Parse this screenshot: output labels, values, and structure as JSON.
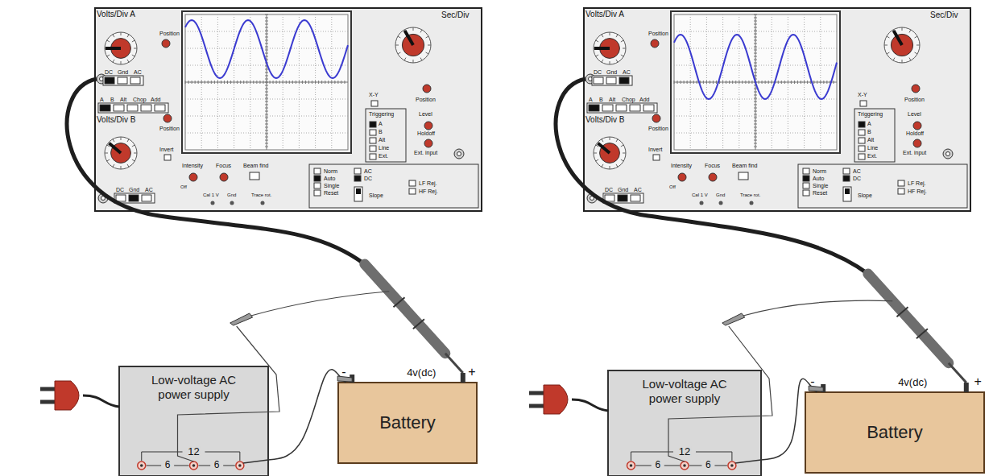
{
  "diagram": {
    "nodes": [
      {
        "text": [
          "Low-voltage AC power supply"
        ]
      },
      {
        "text": [
          "Battery"
        ]
      },
      {
        "text": [
          "Low-voltage AC power supply"
        ]
      },
      {
        "text": [
          "Battery"
        ]
      }
    ],
    "edges": [
      {
        "from": 0,
        "to": 1,
        "arrow": "none"
      },
      {
        "from": 2,
        "to": 3,
        "arrow": "none"
      }
    ],
    "labels": [
      "Volts/Div A",
      "Position",
      "DC",
      "Gnd",
      "AC",
      "A",
      "B",
      "Alt",
      "Chop",
      "Add",
      "Volts/Div B",
      "Position",
      "Invert",
      "DC",
      "Gnd",
      "AC",
      "Intensity",
      "Focus",
      "Beam find",
      "Off",
      "Cal 1 V",
      "Gnd",
      "Trace rot.",
      "Sec/Div",
      "X-Y",
      "Position",
      "Triggering",
      "A",
      "B",
      "Alt",
      "Line",
      "Ext.",
      "Level",
      "Holdoff",
      "Ext. input",
      "Norm",
      "Auto",
      "Single",
      "Reset",
      "AC",
      "DC",
      "Slope",
      "LF Rej.",
      "HF Rej.",
      "12",
      "6",
      "6",
      "4v(dc)",
      "-",
      "+",
      "Volts/Div A",
      "Position",
      "DC",
      "Gnd",
      "AC",
      "A",
      "B",
      "Alt",
      "Chop",
      "Add",
      "Volts/Div B",
      "Position",
      "Invert",
      "DC",
      "Gnd",
      "AC",
      "Intensity",
      "Focus",
      "Beam find",
      "Off",
      "Cal 1 V",
      "Gnd",
      "Trace rot.",
      "Sec/Div",
      "X-Y",
      "Position",
      "Triggering",
      "A",
      "B",
      "Alt",
      "Line",
      "Ext.",
      "Level",
      "Holdoff",
      "Ext. input",
      "Norm",
      "Auto",
      "Single",
      "Reset",
      "AC",
      "DC",
      "Slope",
      "LF Rej.",
      "HF Rej.",
      "12",
      "6",
      "6",
      "4v(dc)",
      "-",
      "+"
    ]
  }
}
